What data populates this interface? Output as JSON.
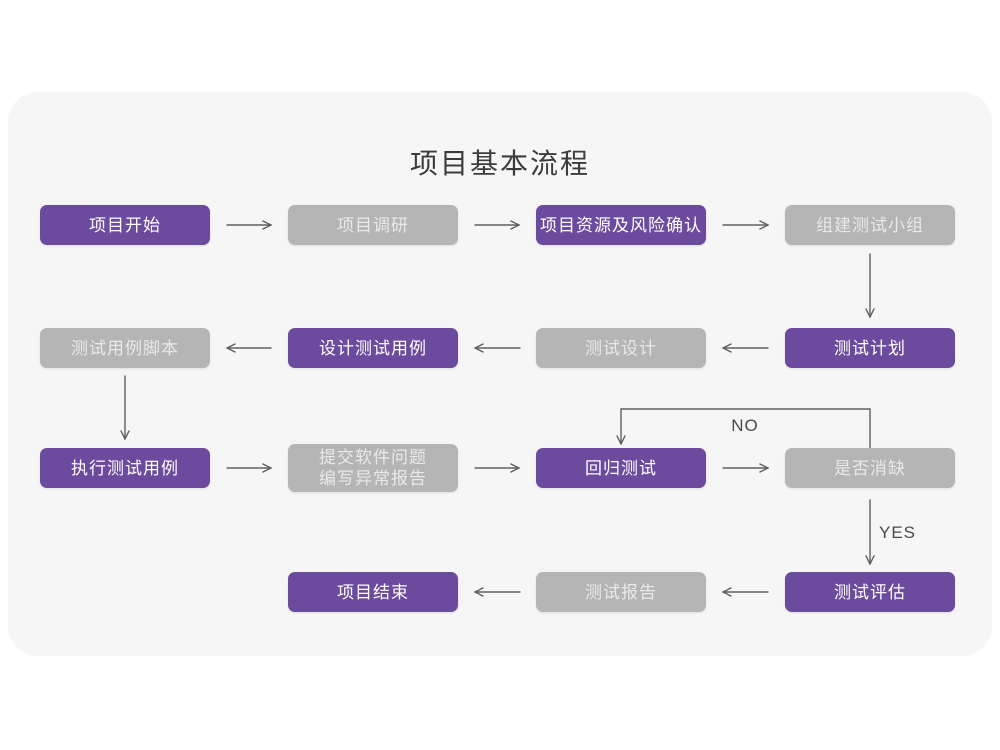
{
  "title": "项目基本流程",
  "colors": {
    "purple": "#6c4a9e",
    "gray": "#b5b5b5",
    "card_bg": "#f6f6f7",
    "page_bg": "#ffffff",
    "arrow": "#606060",
    "title_color": "#3c3c3c",
    "purple_text": "#ffffff",
    "gray_text": "#e9e9e9",
    "edge_label": "#4a4a4a"
  },
  "flow": {
    "no_label": "NO",
    "yes_label": "YES",
    "nodes": [
      {
        "id": "project-start",
        "label": "项目开始",
        "variant": "purple",
        "col": 0,
        "row": 0
      },
      {
        "id": "project-research",
        "label": "项目调研",
        "variant": "gray",
        "col": 1,
        "row": 0
      },
      {
        "id": "resources-and-risk",
        "label": "项目资源及风险确认",
        "variant": "purple",
        "col": 2,
        "row": 0
      },
      {
        "id": "build-test-team",
        "label": "组建测试小组",
        "variant": "gray",
        "col": 3,
        "row": 0
      },
      {
        "id": "test-plan",
        "label": "测试计划",
        "variant": "purple",
        "col": 3,
        "row": 1
      },
      {
        "id": "test-design",
        "label": "测试设计",
        "variant": "gray",
        "col": 2,
        "row": 1
      },
      {
        "id": "design-test-cases",
        "label": "设计测试用例",
        "variant": "purple",
        "col": 1,
        "row": 1
      },
      {
        "id": "test-case-script",
        "label": "测试用例脚本",
        "variant": "gray",
        "col": 0,
        "row": 1
      },
      {
        "id": "execute-test-cases",
        "label": "执行测试用例",
        "variant": "purple",
        "col": 0,
        "row": 2
      },
      {
        "id": "submit-issue-report",
        "label": "提交软件问题\n编写异常报告",
        "variant": "gray",
        "col": 1,
        "row": 2,
        "tall": true
      },
      {
        "id": "regression-test",
        "label": "回归测试",
        "variant": "purple",
        "col": 2,
        "row": 2
      },
      {
        "id": "defect-cleared",
        "label": "是否消缺",
        "variant": "gray",
        "col": 3,
        "row": 2
      },
      {
        "id": "test-evaluation",
        "label": "测试评估",
        "variant": "purple",
        "col": 3,
        "row": 3
      },
      {
        "id": "test-report",
        "label": "测试报告",
        "variant": "gray",
        "col": 2,
        "row": 3
      },
      {
        "id": "project-end",
        "label": "项目结束",
        "variant": "purple",
        "col": 1,
        "row": 3
      }
    ]
  }
}
